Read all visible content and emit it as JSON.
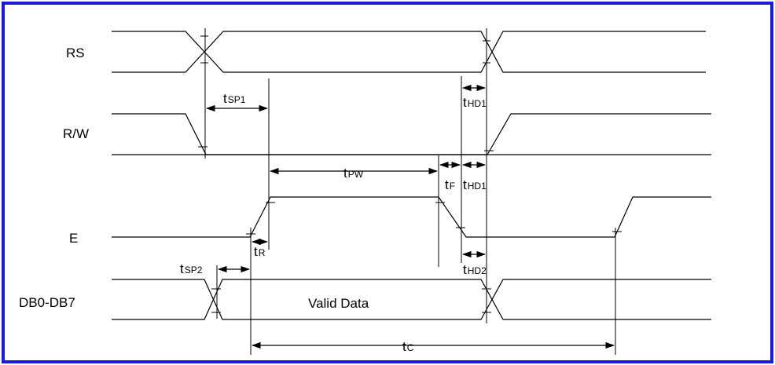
{
  "diagram": {
    "border_color": "#1a1ad9",
    "signals": {
      "rs": "RS",
      "rw": "R/W",
      "e": "E",
      "db": "DB0-DB7"
    },
    "bus_label": "Valid Data",
    "params": {
      "tsp1": {
        "main": "t",
        "sub": "SP1"
      },
      "thd1_top": {
        "main": "t",
        "sub": "HD1"
      },
      "tpw": {
        "main": "t",
        "sub": "PW"
      },
      "tf": {
        "main": "t",
        "sub": "F"
      },
      "thd1_mid": {
        "main": "t",
        "sub": "HD1"
      },
      "tr": {
        "main": "t",
        "sub": "R"
      },
      "tsp2": {
        "main": "t",
        "sub": "SP2"
      },
      "thd2": {
        "main": "t",
        "sub": "HD2"
      },
      "tc": {
        "main": "t",
        "sub": "C"
      }
    }
  }
}
